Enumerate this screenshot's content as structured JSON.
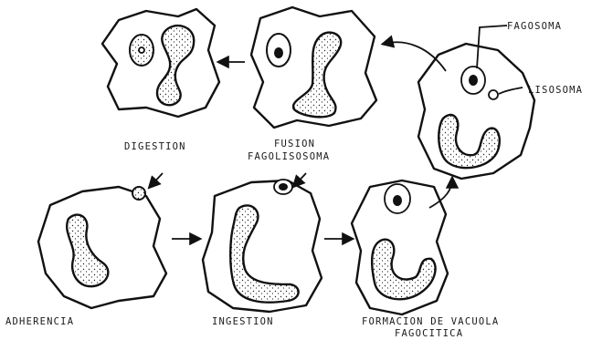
{
  "labels": {
    "digestion": "DIGESTION",
    "fusion_line1": "FUSION",
    "fusion_line2": "FAGOLISOSOMA",
    "fagosoma": "FAGOSOMA",
    "lisosoma": "LISOSOMA",
    "adherencia": "ADHERENCIA",
    "ingestion": "INGESTION",
    "formacion_line1": "FORMACION DE VACUOLA",
    "formacion_line2": "FAGOCITICA"
  }
}
